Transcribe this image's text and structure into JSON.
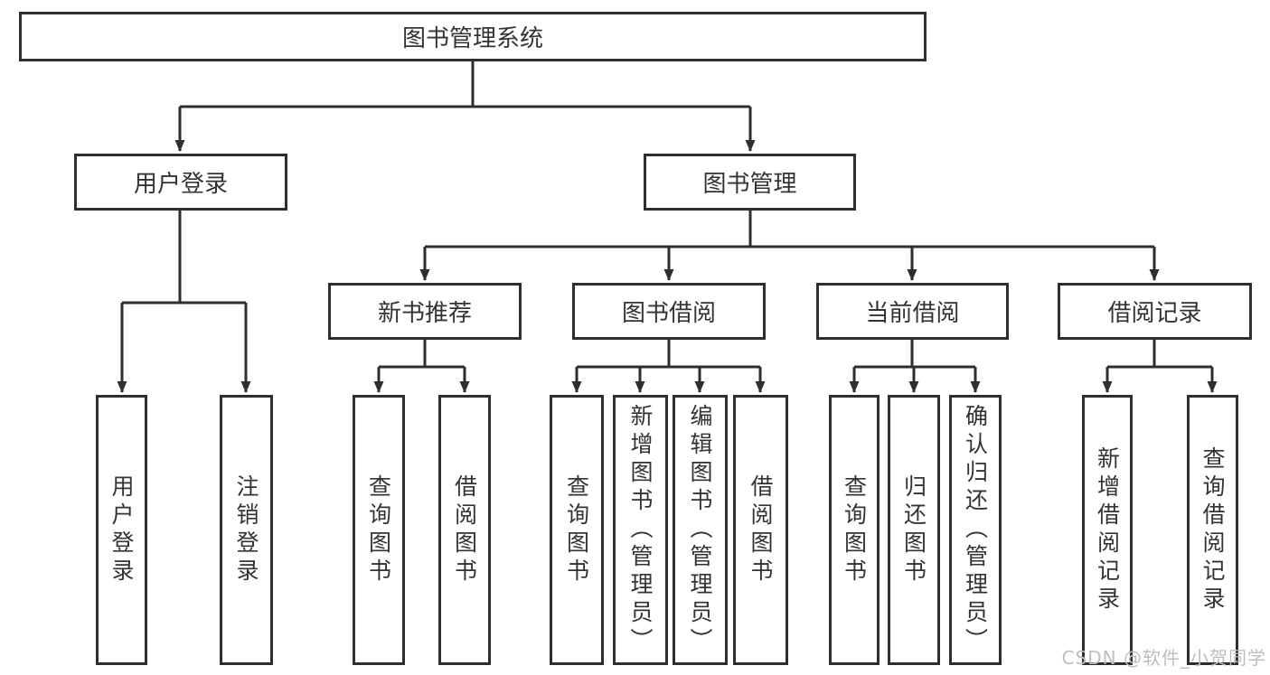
{
  "colors": {
    "line": "#2e2e2e",
    "text": "#333333",
    "box_bg": "#ffffff",
    "background": "#ffffff",
    "watermark": "#bdbdbd"
  },
  "watermark": {
    "text": "CSDN @软件_小贺同学"
  },
  "tree": {
    "label": "图书管理系统",
    "children": [
      {
        "label": "用户登录",
        "children": [
          {
            "label": "用户登录"
          },
          {
            "label": "注销登录"
          }
        ]
      },
      {
        "label": "图书管理",
        "children": [
          {
            "label": "新书推荐",
            "children": [
              {
                "label": "查询图书"
              },
              {
                "label": "借阅图书"
              }
            ]
          },
          {
            "label": "图书借阅",
            "children": [
              {
                "label": "查询图书"
              },
              {
                "label": "新增图书（管理员）"
              },
              {
                "label": "编辑图书（管理员）"
              },
              {
                "label": "借阅图书"
              }
            ]
          },
          {
            "label": "当前借阅",
            "children": [
              {
                "label": "查询图书"
              },
              {
                "label": "归还图书"
              },
              {
                "label": "确认归还（管理员）"
              }
            ]
          },
          {
            "label": "借阅记录",
            "children": [
              {
                "label": "新增借阅记录"
              },
              {
                "label": "查询借阅记录"
              }
            ]
          }
        ]
      }
    ]
  }
}
